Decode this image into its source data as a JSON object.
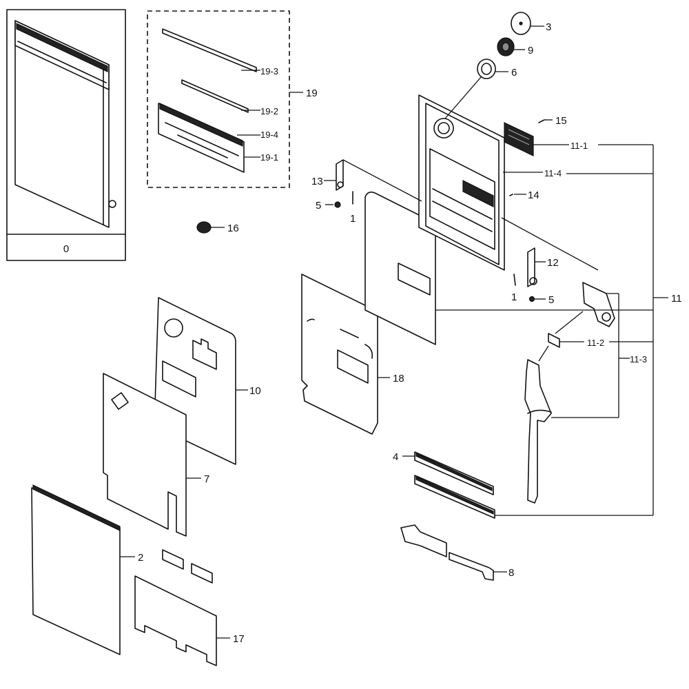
{
  "labels": {
    "p0": "0",
    "p1a": "1",
    "p1b": "1",
    "p2": "2",
    "p3": "3",
    "p4": "4",
    "p5a": "5",
    "p5b": "5",
    "p6": "6",
    "p7": "7",
    "p8": "8",
    "p9": "9",
    "p10": "10",
    "p11": "11",
    "p11_1": "11-1",
    "p11_2": "11-2",
    "p11_3": "11-3",
    "p11_4": "11-4",
    "p12": "12",
    "p13": "13",
    "p14": "14",
    "p15": "15",
    "p16": "16",
    "p17": "17",
    "p18": "18",
    "p19": "19",
    "p19_1": "19-1",
    "p19_2": "19-2",
    "p19_3": "19-3",
    "p19_4": "19-4"
  }
}
